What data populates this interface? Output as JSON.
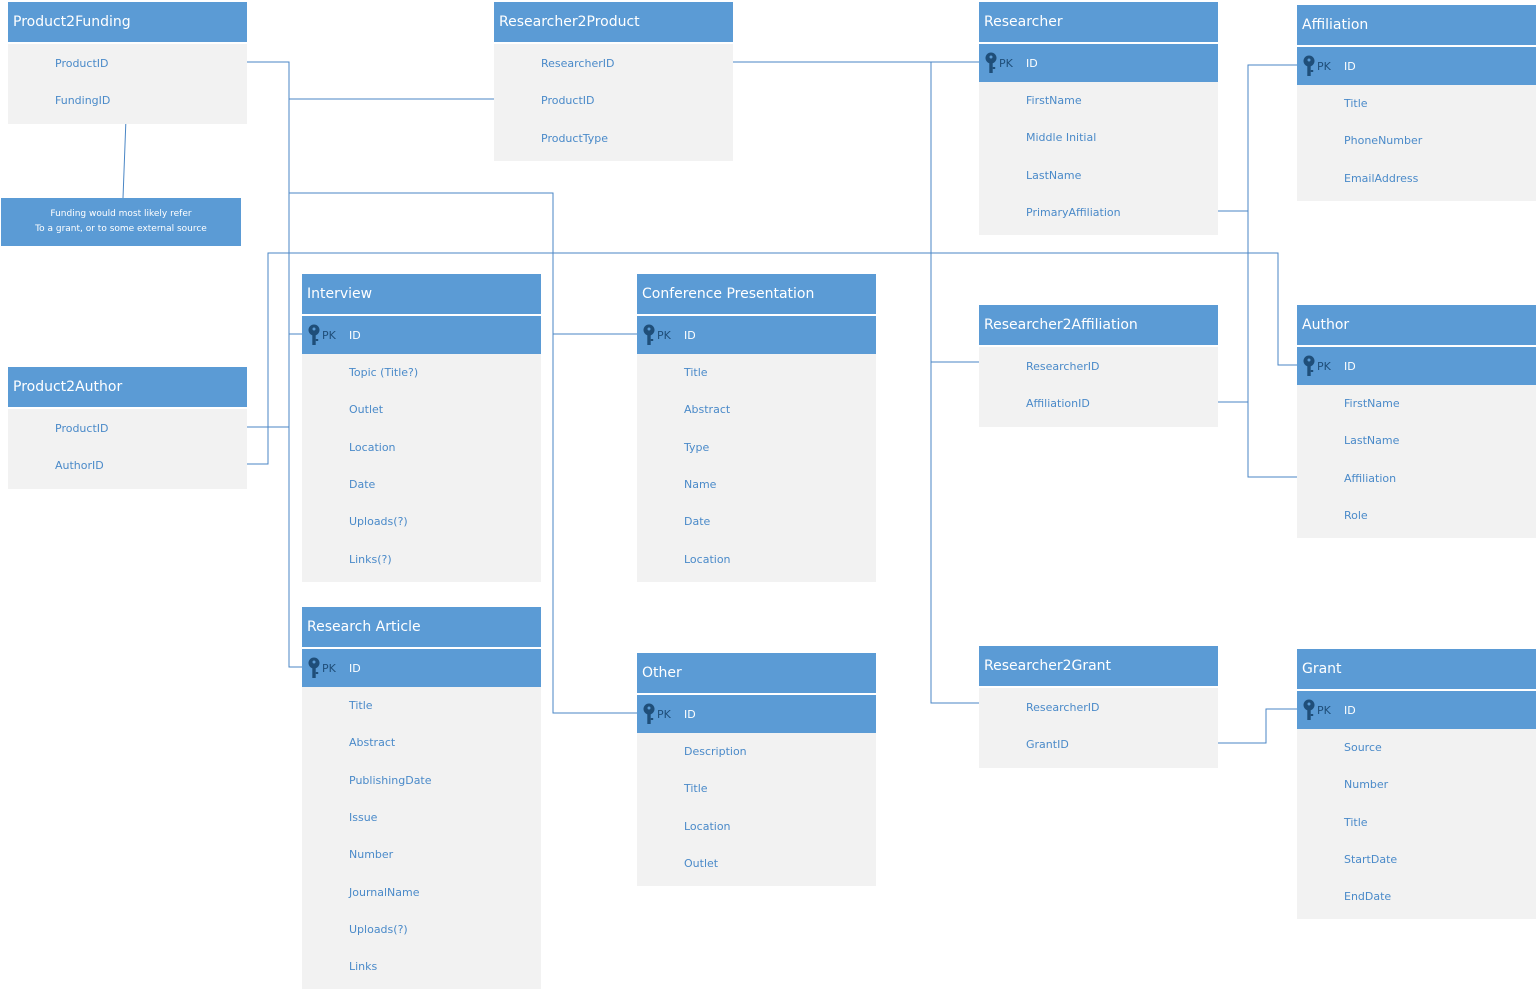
{
  "entities": {
    "product2funding": {
      "title": "Product2Funding",
      "fields": [
        "ProductID",
        "FundingID"
      ]
    },
    "researcher2product": {
      "title": "Researcher2Product",
      "fields": [
        "ResearcherID",
        "ProductID",
        "ProductType"
      ]
    },
    "researcher": {
      "title": "Researcher",
      "pk": "ID",
      "fields": [
        "FirstName",
        "Middle Initial",
        "LastName",
        "PrimaryAffiliation"
      ]
    },
    "affiliation": {
      "title": "Affiliation",
      "pk": "ID",
      "fields": [
        "Title",
        "PhoneNumber",
        "EmailAddress"
      ]
    },
    "product2author": {
      "title": "Product2Author",
      "fields": [
        "ProductID",
        "AuthorID"
      ]
    },
    "interview": {
      "title": "Interview",
      "pk": "ID",
      "fields": [
        "Topic (Title?)",
        "Outlet",
        "Location",
        "Date",
        "Uploads(?)",
        "Links(?)"
      ]
    },
    "conference": {
      "title": "Conference Presentation",
      "pk": "ID",
      "fields": [
        "Title",
        "Abstract",
        "Type",
        "Name",
        "Date",
        "Location"
      ]
    },
    "researcher2affiliation": {
      "title": "Researcher2Affiliation",
      "fields": [
        "ResearcherID",
        "AffiliationID"
      ]
    },
    "author": {
      "title": "Author",
      "pk": "ID",
      "fields": [
        "FirstName",
        "LastName",
        "Affiliation",
        "Role"
      ]
    },
    "article": {
      "title": "Research Article",
      "pk": "ID",
      "fields": [
        "Title",
        "Abstract",
        "PublishingDate",
        "Issue",
        "Number",
        "JournalName",
        "Uploads(?)",
        "Links"
      ]
    },
    "other": {
      "title": "Other",
      "pk": "ID",
      "fields": [
        "Description",
        "Title",
        "Location",
        "Outlet"
      ]
    },
    "researcher2grant": {
      "title": "Researcher2Grant",
      "fields": [
        "ResearcherID",
        "GrantID"
      ]
    },
    "grant": {
      "title": "Grant",
      "pk": "ID",
      "fields": [
        "Source",
        "Number",
        "Title",
        "StartDate",
        "EndDate"
      ]
    }
  },
  "pk_label": "PK",
  "note": {
    "line1": "Funding would most likely refer",
    "line2": "To a grant, or to some external source"
  },
  "colors": {
    "header": "#5b9bd5",
    "body": "#f2f2f2",
    "field_text": "#4a8ac9",
    "line": "#4a86c5"
  }
}
